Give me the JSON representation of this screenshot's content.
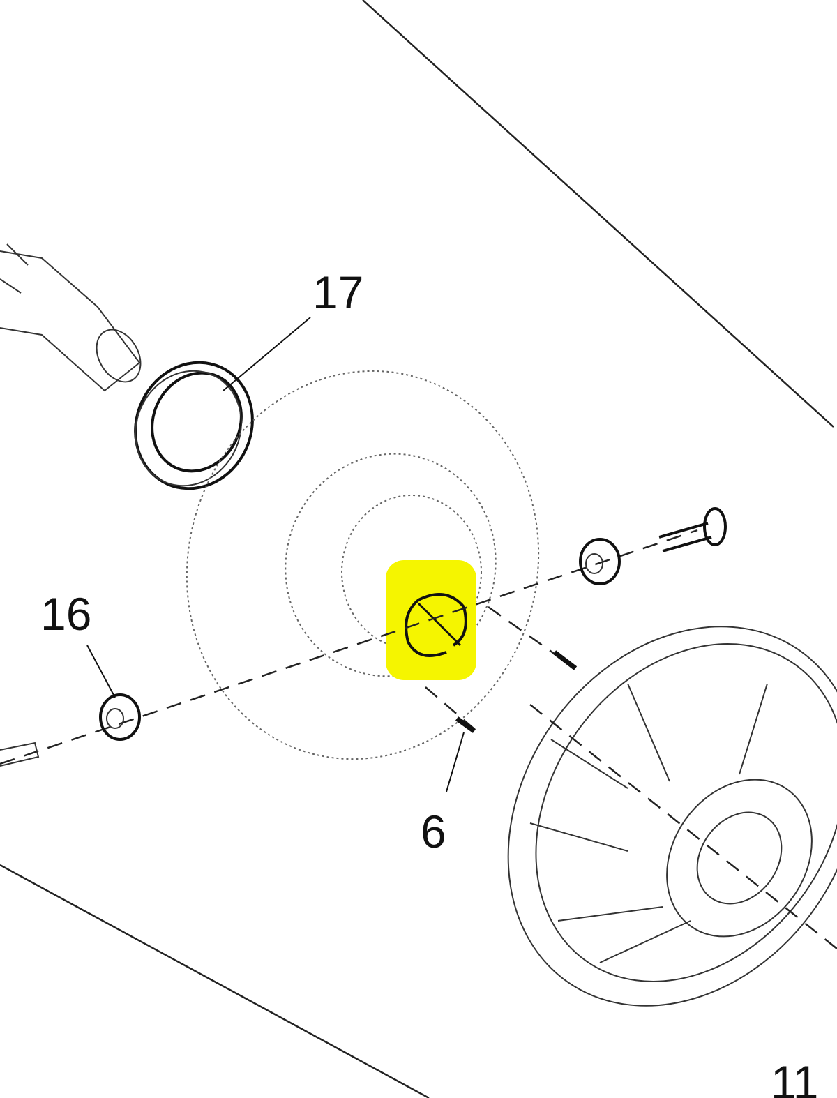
{
  "diagram": {
    "callouts": [
      {
        "id": "17",
        "text": "17"
      },
      {
        "id": "16",
        "text": "16"
      },
      {
        "id": "6",
        "text": "6"
      },
      {
        "id": "11",
        "text": "11"
      }
    ],
    "highlight_color": "#f5f500",
    "highlighted_part": "6"
  }
}
